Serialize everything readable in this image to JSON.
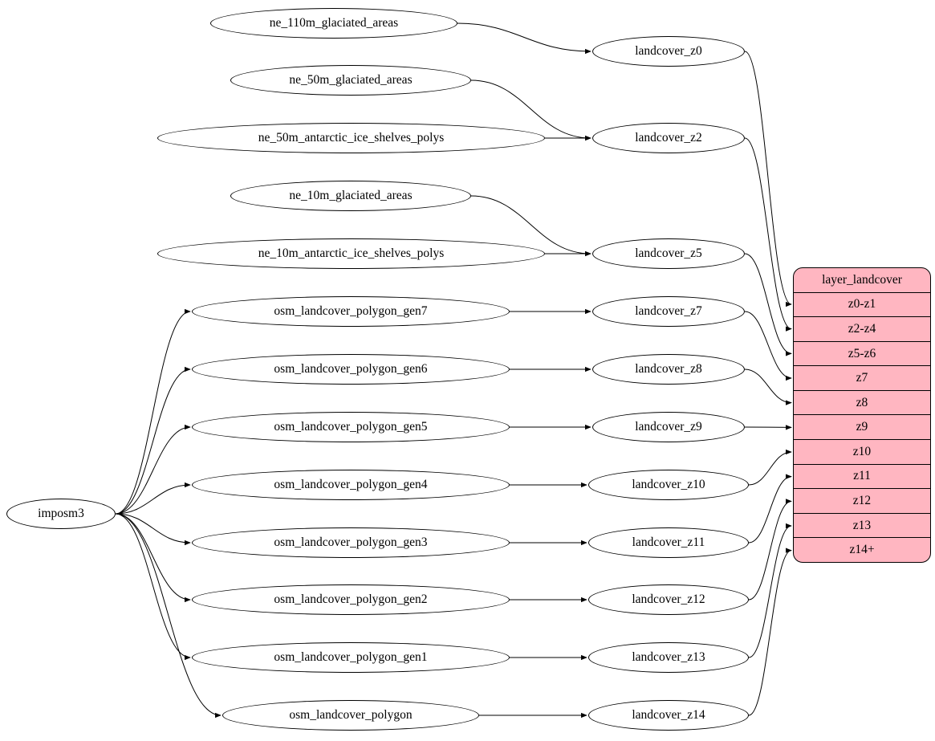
{
  "diagram": {
    "background": "#ffffff",
    "edge_color": "#000000",
    "node_fill": "#ffffff",
    "node_stroke": "#000000",
    "nodes": [
      {
        "id": "imposm3",
        "label": "imposm3"
      },
      {
        "id": "ne_110m_glaciated_areas",
        "label": "ne_110m_glaciated_areas"
      },
      {
        "id": "ne_50m_glaciated_areas",
        "label": "ne_50m_glaciated_areas"
      },
      {
        "id": "ne_50m_antarctic_ice_shelves_polys",
        "label": "ne_50m_antarctic_ice_shelves_polys"
      },
      {
        "id": "ne_10m_glaciated_areas",
        "label": "ne_10m_glaciated_areas"
      },
      {
        "id": "ne_10m_antarctic_ice_shelves_polys",
        "label": "ne_10m_antarctic_ice_shelves_polys"
      },
      {
        "id": "osm_landcover_polygon_gen7",
        "label": "osm_landcover_polygon_gen7"
      },
      {
        "id": "osm_landcover_polygon_gen6",
        "label": "osm_landcover_polygon_gen6"
      },
      {
        "id": "osm_landcover_polygon_gen5",
        "label": "osm_landcover_polygon_gen5"
      },
      {
        "id": "osm_landcover_polygon_gen4",
        "label": "osm_landcover_polygon_gen4"
      },
      {
        "id": "osm_landcover_polygon_gen3",
        "label": "osm_landcover_polygon_gen3"
      },
      {
        "id": "osm_landcover_polygon_gen2",
        "label": "osm_landcover_polygon_gen2"
      },
      {
        "id": "osm_landcover_polygon_gen1",
        "label": "osm_landcover_polygon_gen1"
      },
      {
        "id": "osm_landcover_polygon",
        "label": "osm_landcover_polygon"
      },
      {
        "id": "landcover_z0",
        "label": "landcover_z0"
      },
      {
        "id": "landcover_z2",
        "label": "landcover_z2"
      },
      {
        "id": "landcover_z5",
        "label": "landcover_z5"
      },
      {
        "id": "landcover_z7",
        "label": "landcover_z7"
      },
      {
        "id": "landcover_z8",
        "label": "landcover_z8"
      },
      {
        "id": "landcover_z9",
        "label": "landcover_z9"
      },
      {
        "id": "landcover_z10",
        "label": "landcover_z10"
      },
      {
        "id": "landcover_z11",
        "label": "landcover_z11"
      },
      {
        "id": "landcover_z12",
        "label": "landcover_z12"
      },
      {
        "id": "landcover_z13",
        "label": "landcover_z13"
      },
      {
        "id": "landcover_z14",
        "label": "landcover_z14"
      }
    ],
    "layer_table": {
      "title": "layer_landcover",
      "fill": "#ffb6c1",
      "rows": [
        "z0-z1",
        "z2-z4",
        "z5-z6",
        "z7",
        "z8",
        "z9",
        "z10",
        "z11",
        "z12",
        "z13",
        "z14+"
      ]
    },
    "edges": [
      {
        "from": "imposm3",
        "to": "osm_landcover_polygon_gen7"
      },
      {
        "from": "imposm3",
        "to": "osm_landcover_polygon_gen6"
      },
      {
        "from": "imposm3",
        "to": "osm_landcover_polygon_gen5"
      },
      {
        "from": "imposm3",
        "to": "osm_landcover_polygon_gen4"
      },
      {
        "from": "imposm3",
        "to": "osm_landcover_polygon_gen3"
      },
      {
        "from": "imposm3",
        "to": "osm_landcover_polygon_gen2"
      },
      {
        "from": "imposm3",
        "to": "osm_landcover_polygon_gen1"
      },
      {
        "from": "imposm3",
        "to": "osm_landcover_polygon"
      },
      {
        "from": "ne_110m_glaciated_areas",
        "to": "landcover_z0"
      },
      {
        "from": "ne_50m_glaciated_areas",
        "to": "landcover_z2"
      },
      {
        "from": "ne_50m_antarctic_ice_shelves_polys",
        "to": "landcover_z2"
      },
      {
        "from": "ne_10m_glaciated_areas",
        "to": "landcover_z5"
      },
      {
        "from": "ne_10m_antarctic_ice_shelves_polys",
        "to": "landcover_z5"
      },
      {
        "from": "osm_landcover_polygon_gen7",
        "to": "landcover_z7"
      },
      {
        "from": "osm_landcover_polygon_gen6",
        "to": "landcover_z8"
      },
      {
        "from": "osm_landcover_polygon_gen5",
        "to": "landcover_z9"
      },
      {
        "from": "osm_landcover_polygon_gen4",
        "to": "landcover_z10"
      },
      {
        "from": "osm_landcover_polygon_gen3",
        "to": "landcover_z11"
      },
      {
        "from": "osm_landcover_polygon_gen2",
        "to": "landcover_z12"
      },
      {
        "from": "osm_landcover_polygon_gen1",
        "to": "landcover_z13"
      },
      {
        "from": "osm_landcover_polygon",
        "to": "landcover_z14"
      },
      {
        "from": "landcover_z0",
        "to": "z0-z1"
      },
      {
        "from": "landcover_z2",
        "to": "z2-z4"
      },
      {
        "from": "landcover_z5",
        "to": "z5-z6"
      },
      {
        "from": "landcover_z7",
        "to": "z7"
      },
      {
        "from": "landcover_z8",
        "to": "z8"
      },
      {
        "from": "landcover_z9",
        "to": "z9"
      },
      {
        "from": "landcover_z10",
        "to": "z10"
      },
      {
        "from": "landcover_z11",
        "to": "z11"
      },
      {
        "from": "landcover_z12",
        "to": "z12"
      },
      {
        "from": "landcover_z13",
        "to": "z13"
      },
      {
        "from": "landcover_z14",
        "to": "z14+"
      }
    ]
  }
}
